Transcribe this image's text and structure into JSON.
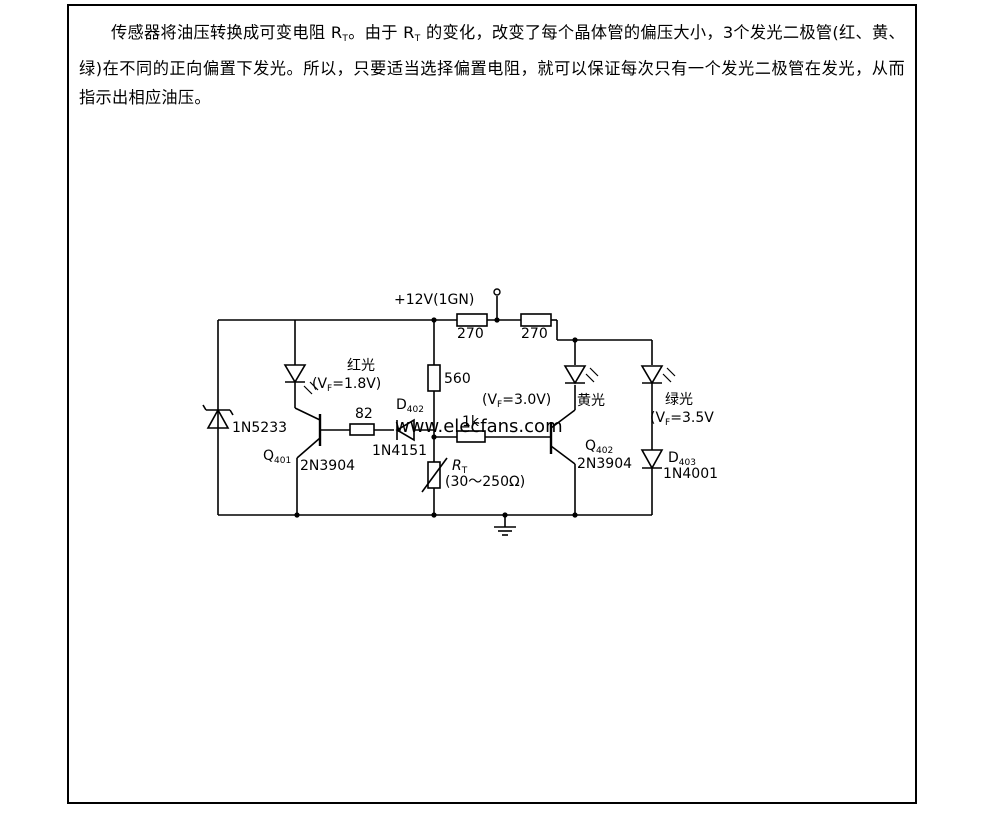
{
  "description": {
    "line1_pre": "传感器将油压转换成可变电阻 R",
    "line1_sub": "T",
    "line1_mid": "。由于 R",
    "line1_sub2": "T",
    "line1_post": " 的变化，改变了每个晶体管的偏压大小，3个发光二极管(红、黄、绿)在不同的正向偏置下发光。所以，只要适当选择偏置电阻，就可以保证每次只有一个发光二极管在发光，从而指示出相应油压。"
  },
  "circuit": {
    "supply": "+12V(1GN)",
    "r1": "270",
    "r2": "270",
    "r3": "560",
    "r4": "82",
    "r5": "1k",
    "zener": "1N5233",
    "q1": "Q",
    "q1_sub": "401",
    "q1_part": "2N3904",
    "q2": "Q",
    "q2_sub": "402",
    "q2_part": "2N3904",
    "d2": "D",
    "d2_sub": "402",
    "d2_part": "1N4151",
    "d3": "D",
    "d3_sub": "403",
    "d3_part": "1N4001",
    "red_led": "红光",
    "red_vf": "(V",
    "red_vf_sub": "F",
    "red_vf_val": "=1.8V)",
    "yellow_led": "黄光",
    "yellow_vf": "(V",
    "yellow_vf_sub": "F",
    "yellow_vf_val": "=3.0V)",
    "green_led": "绿光",
    "green_vf": "(V",
    "green_vf_sub": "F",
    "green_vf_val": "=3.5V",
    "rt": "R",
    "rt_sub": "T",
    "rt_range": "(30～250Ω)",
    "watermark": "www.elecfans.com"
  }
}
